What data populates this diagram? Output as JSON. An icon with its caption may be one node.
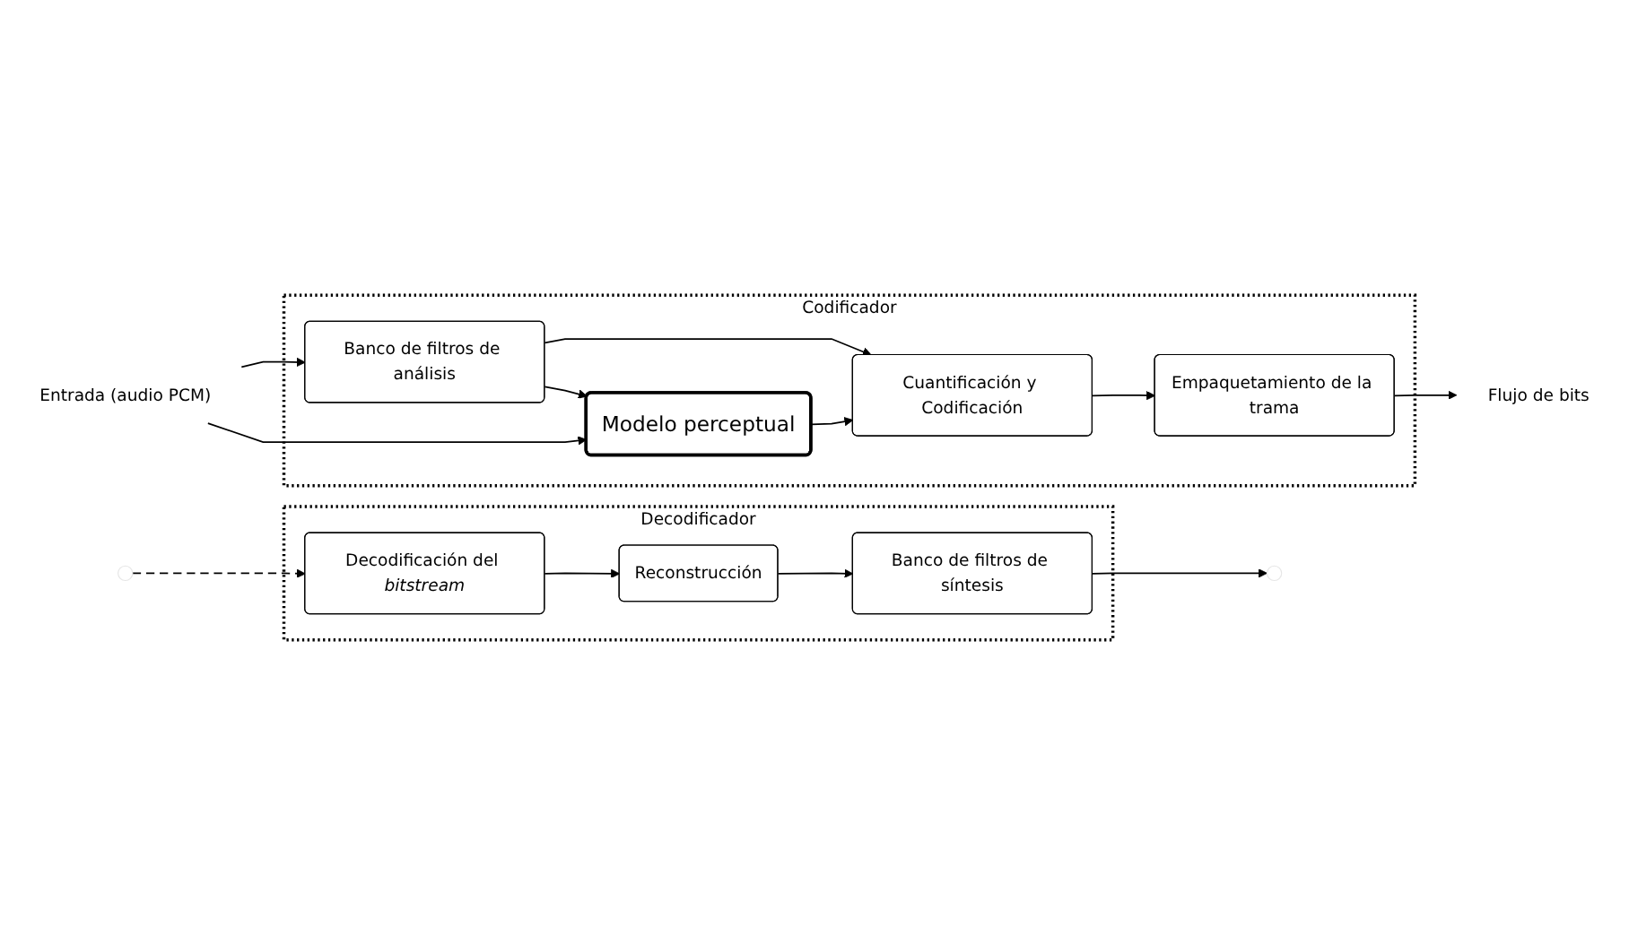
{
  "diagram": {
    "nodes": [
      {
        "text": [
          "Codificador"
        ]
      },
      {
        "text": [
          "Entrada (audio PCM)"
        ]
      },
      {
        "text": [
          "Banco de filtros de análisis"
        ],
        "in": 0
      },
      {
        "text": [
          "Cuantificación y Codificación"
        ],
        "in": 0
      },
      {
        "text": [
          "Empaquetamiento de la trama"
        ],
        "in": 0
      },
      {
        "text": [
          "Modelo perceptual"
        ],
        "in": 0
      },
      {
        "text": [
          "Flujo de bits"
        ]
      },
      {
        "text": [
          "Decodificador"
        ]
      },
      {
        "text": [
          "Decodificación del *bitstream*"
        ],
        "in": 7
      },
      {
        "text": [
          "Reconstrucción"
        ],
        "in": 7
      },
      {
        "text": [
          "Banco de filtros de síntesis"
        ],
        "in": 7
      }
    ],
    "edges": [
      {
        "from": 1,
        "to": 2,
        "arrow": "to"
      },
      {
        "from": 2,
        "to": 3,
        "arrow": "to"
      },
      {
        "from": 3,
        "to": 4,
        "arrow": "to"
      },
      {
        "from": 4,
        "to": 6,
        "arrow": "to"
      },
      {
        "from": 2,
        "to": 5,
        "arrow": "to"
      },
      {
        "from": 1,
        "to": 5,
        "arrow": "to"
      },
      {
        "from": 5,
        "to": 3,
        "arrow": "to"
      },
      {
        "from": null,
        "to": 8,
        "arrow": "to",
        "style": "dashed"
      },
      {
        "from": 8,
        "to": 9,
        "arrow": "to"
      },
      {
        "from": 9,
        "to": 10,
        "arrow": "to"
      },
      {
        "from": 10,
        "to": null,
        "arrow": "to"
      }
    ]
  }
}
